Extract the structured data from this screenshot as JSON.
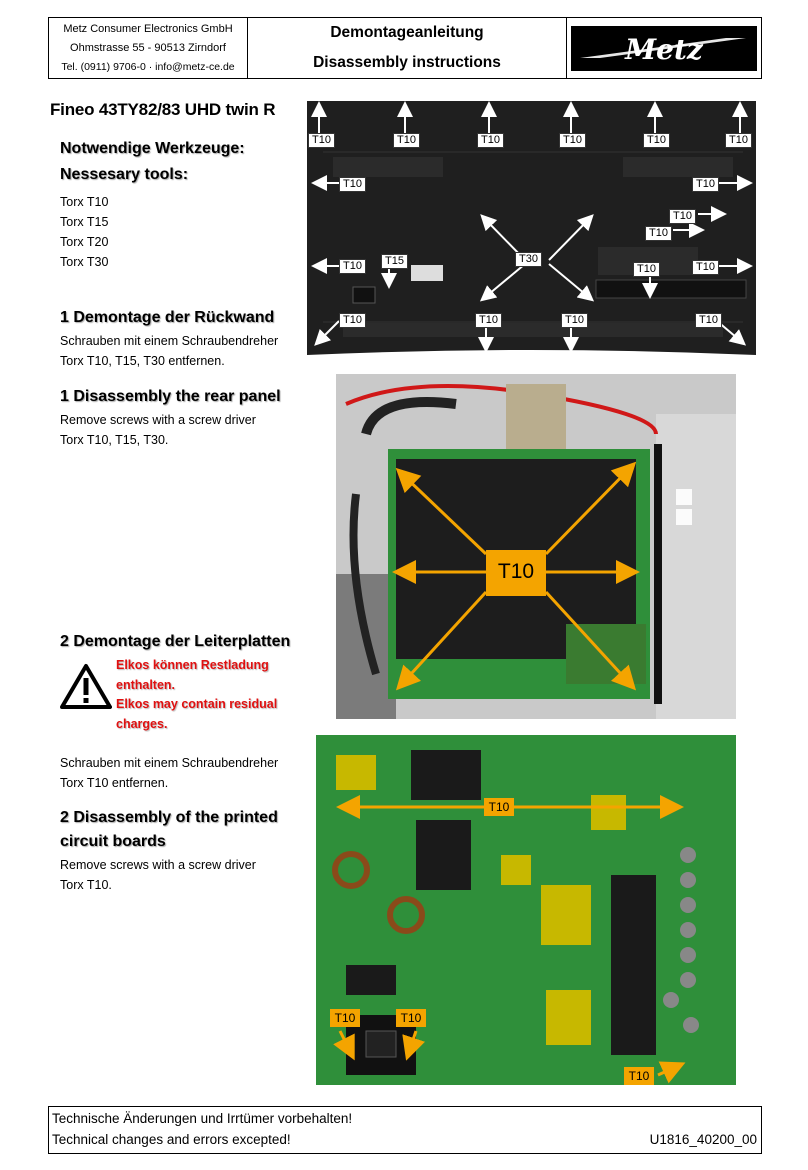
{
  "header": {
    "company": [
      "Metz Consumer Electronics GmbH",
      "Ohmstrasse 55 - 90513 Zirndorf",
      "Tel. (0911) 9706-0 · info@metz-ce.de"
    ],
    "title_de": "Demontageanleitung",
    "title_en": "Disassembly instructions",
    "logo_text": "Metz"
  },
  "model": "Fineo 43TY82/83 UHD twin R",
  "tools": {
    "heading_de": "Notwendige Werkzeuge:",
    "heading_en": "Nessesary tools:",
    "items": [
      "Torx T10",
      "Torx T15",
      "Torx T20",
      "Torx T30"
    ]
  },
  "section1_de": {
    "heading": "1 Demontage der Rückwand",
    "lines": [
      "Schrauben mit einem Schraubendreher",
      "Torx T10, T15, T30 entfernen."
    ]
  },
  "section1_en": {
    "heading": "1 Disassembly the rear panel",
    "lines": [
      "Remove screws with a screw driver",
      "Torx T10, T15, T30."
    ]
  },
  "section2_de": {
    "heading": "2 Demontage der Leiterplatten",
    "warning": [
      "Elkos können Restladung",
      "enthalten.",
      "Elkos may contain residual",
      "charges."
    ],
    "lines": [
      "Schrauben mit einem Schraubendreher",
      "Torx T10 entfernen."
    ]
  },
  "section2_en": {
    "heading_lines": [
      "2 Disassembly of the printed",
      "circuit boards"
    ],
    "lines": [
      "Remove screws with a screw driver",
      "Torx T10."
    ]
  },
  "images": {
    "rear_panel_tags": {
      "t10_top": [
        "T10",
        "T10",
        "T10",
        "T10",
        "T10",
        "T10"
      ],
      "t10_left_a": "T10",
      "t10_right_a": "T10",
      "t10_inner_a": "T10",
      "t10_inner_b": "T10",
      "t10_left_b": "T10",
      "t15": "T15",
      "t30": "T30",
      "t10_mid_right": "T10",
      "t10_right_b": "T10",
      "t10_bottom": [
        "T10",
        "T10",
        "T10",
        "T10"
      ]
    },
    "mainboard_tag": "T10",
    "psu_tags": {
      "top": "T10",
      "left_a": "T10",
      "left_b": "T10",
      "bottom": "T10"
    }
  },
  "footer": {
    "line_de": "Technische Änderungen und Irrtümer vorbehalten!",
    "line_en": "Technical changes and errors excepted!",
    "doc_code": "U1816_40200_00"
  },
  "colors": {
    "warning_red": "#e01010",
    "tag_orange": "#f4a400",
    "pcb_green": "#2f8f3a"
  }
}
